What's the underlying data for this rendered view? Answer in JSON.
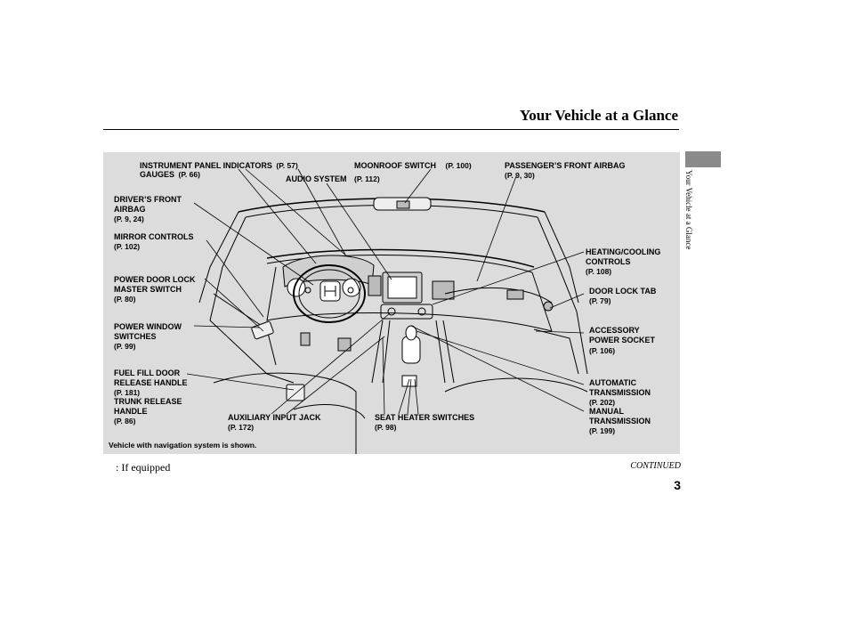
{
  "header": {
    "title": "Your Vehicle at a Glance"
  },
  "side_tab": {
    "label": "Your Vehicle at a Glance"
  },
  "labels": {
    "instrument_panel": {
      "name": "INSTRUMENT PANEL INDICATORS",
      "page": "(P. 57)"
    },
    "gauges": {
      "name": "GAUGES",
      "page": "(P. 66)"
    },
    "moonroof": {
      "name": "MOONROOF SWITCH",
      "page": "(P. 100)"
    },
    "audio": {
      "name": "AUDIO SYSTEM",
      "page": "(P. 112)"
    },
    "passenger_airbag": {
      "name": "PASSENGER’S FRONT AIRBAG",
      "page": "(P. 9, 30)"
    },
    "driver_airbag": {
      "line1": "DRIVER’S FRONT",
      "line2": "AIRBAG",
      "page": "(P. 9, 24)"
    },
    "mirror": {
      "name": "MIRROR CONTROLS",
      "page": "(P. 102)"
    },
    "door_lock_master": {
      "line1": "POWER DOOR LOCK",
      "line2": "MASTER SWITCH",
      "page": "(P. 80)"
    },
    "power_window": {
      "line1": "POWER WINDOW",
      "line2": "SWITCHES",
      "page": "(P. 99)"
    },
    "fuel_fill": {
      "line1": "FUEL FILL DOOR",
      "line2": "RELEASE HANDLE",
      "page": "(P. 181)"
    },
    "trunk": {
      "line1": "TRUNK RELEASE",
      "line2": "HANDLE",
      "page": "(P. 86)"
    },
    "aux_jack": {
      "name": "AUXILIARY INPUT JACK",
      "page": "(P. 172)"
    },
    "seat_heater": {
      "name": "SEAT HEATER SWITCHES",
      "page": "(P. 98)"
    },
    "heating": {
      "line1": "HEATING/COOLING",
      "line2": "CONTROLS",
      "page": "(P. 108)"
    },
    "door_lock_tab": {
      "name": "DOOR LOCK TAB",
      "page": "(P. 79)"
    },
    "accessory": {
      "line1": "ACCESSORY",
      "line2": "POWER SOCKET",
      "page": "(P. 106)"
    },
    "automatic": {
      "line1": "AUTOMATIC",
      "line2": "TRANSMISSION",
      "page": "(P. 202)"
    },
    "manual": {
      "line1": "MANUAL",
      "line2": "TRANSMISSION",
      "page": "(P. 199)"
    }
  },
  "note": "Vehicle with navigation system is shown.",
  "footer": {
    "equip_note": ":  If equipped",
    "continued": "CONTINUED",
    "page_number": "3"
  }
}
